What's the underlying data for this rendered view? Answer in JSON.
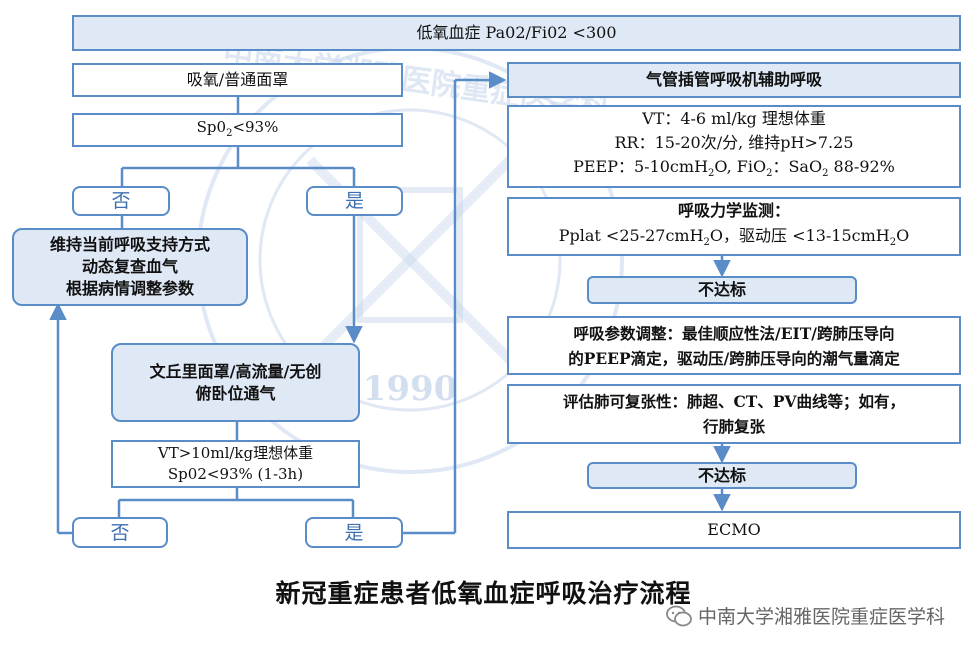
{
  "header": {
    "text": "低氧血症 Pa02/Fi02 <300"
  },
  "left": {
    "oxygen": "吸氧/普通面罩",
    "spo2_pre": "Sp0",
    "spo2_sub": "2",
    "spo2_post": "<93%",
    "no1": "否",
    "yes1": "是",
    "maintain": [
      "维持当前呼吸支持方式",
      "动态复查血气",
      "根据病情调整参数"
    ],
    "venturi": [
      "文丘里面罩/高流量/无创",
      "俯卧位通气"
    ],
    "vt": [
      "VT>10ml/kg理想体重",
      "Sp02<93% (1-3h)"
    ],
    "no2": "否",
    "yes2": "是"
  },
  "right": {
    "intubation": "气管插管呼吸机辅助呼吸",
    "vt_line": "VT：4-6 ml/kg 理想体重",
    "rr_line": "RR：15-20次/分, 维持pH>7.25",
    "peep_a": "PEEP：5-10cmH",
    "peep_b": "O, FiO",
    "peep_c": "：SaO",
    "peep_d": " 88-92%",
    "sub2": "2",
    "mech_title": "呼吸力学监测：",
    "pplat_a": "Pplat <25-27cmH",
    "pplat_b": "O，驱动压 <13-15cmH",
    "pplat_c": "O",
    "fail1": "不达标",
    "adjust": [
      "呼吸参数调整：最佳顺应性法/EIT/跨肺压导向",
      "的PEEP滴定，驱动压/跨肺压导向的潮气量滴定"
    ],
    "assess": [
      "评估肺可复张性：肺超、CT、PV曲线等；如有，",
      "行肺复张"
    ],
    "fail2": "不达标",
    "ecmo": "ECMO"
  },
  "footer": {
    "title": "新冠重症患者低氧血症呼吸治疗流程",
    "brand": "中南大学湘雅医院重症医学科",
    "watermark_year": "1990",
    "watermark_text": "中南大学湘雅医院重症医学科"
  },
  "colors": {
    "line": "#5a8cc8",
    "fill": "#dfe8f5",
    "accent_text": "#3d6fb0"
  }
}
